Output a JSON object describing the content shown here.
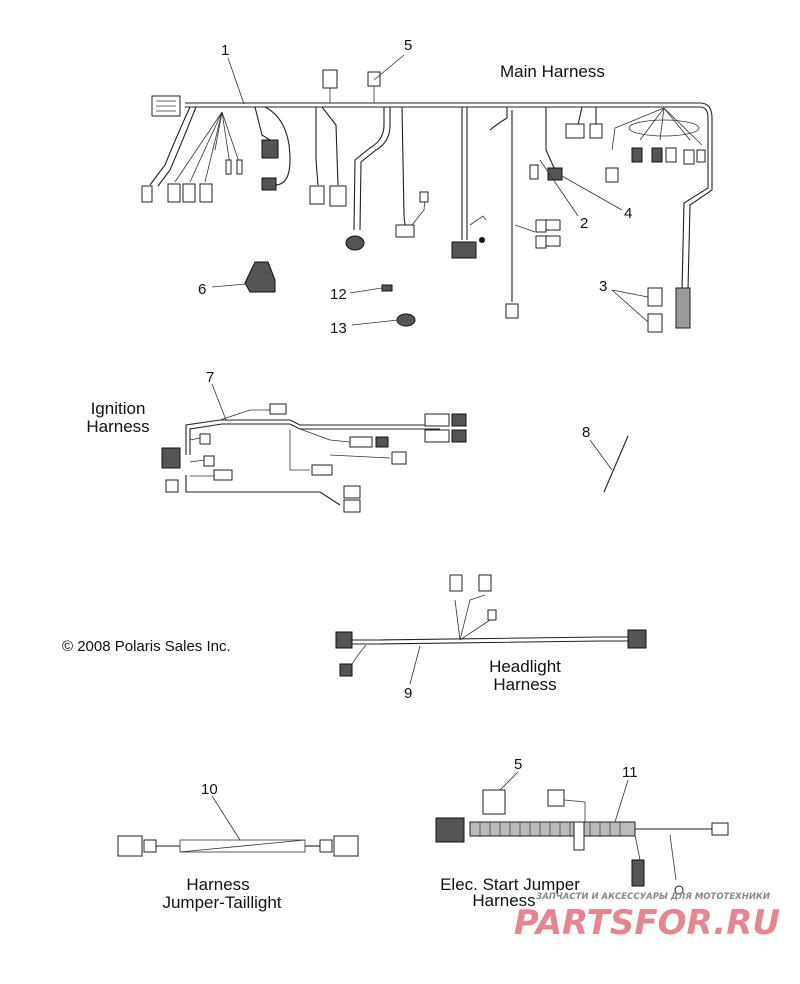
{
  "sections": {
    "main": {
      "title": "Main Harness"
    },
    "ignition": {
      "title_line1": "Ignition",
      "title_line2": "Harness"
    },
    "headlight": {
      "title_line1": "Headlight",
      "title_line2": "Harness"
    },
    "taillight": {
      "title_line1": "Harness",
      "title_line2": "Jumper-Taillight"
    },
    "elec_start": {
      "title_line1": "Elec. Start Jumper",
      "title_line2": "Harness"
    }
  },
  "callouts": {
    "c1": "1",
    "c2": "2",
    "c3": "3",
    "c4": "4",
    "c5": "5",
    "c5b": "5",
    "c6": "6",
    "c7": "7",
    "c8": "8",
    "c9": "9",
    "c10": "10",
    "c11": "11",
    "c12": "12",
    "c13": "13"
  },
  "copyright": "© 2008 Polaris Sales Inc.",
  "watermark": {
    "tagline": "ЗАПЧАСТИ И АКСЕССУАРЫ ДЛЯ МОТОТЕХНИКИ",
    "logo_text": "PARTSFOR.RU",
    "color": "#e0707a"
  }
}
